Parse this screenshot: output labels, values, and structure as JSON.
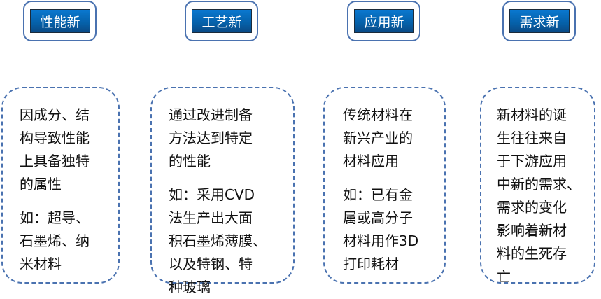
{
  "columns": [
    {
      "title": "性能新",
      "lines": [
        [
          "因成分、结",
          "构导致性能",
          "上具备独特",
          "的属性"
        ],
        [
          "如：超导、",
          "石墨烯、纳",
          "米材料"
        ]
      ]
    },
    {
      "title": "工艺新",
      "lines": [
        [
          "通过改进制备",
          "方法达到特定",
          "的性能"
        ],
        [
          "如：采用CVD",
          "法生产出大面",
          "积石墨烯薄膜、",
          "以及特钢、特",
          "种玻璃"
        ]
      ]
    },
    {
      "title": "应用新",
      "lines": [
        [
          "传统材料在",
          "新兴产业的",
          "材料应用"
        ],
        [
          "如：已有金",
          "属或高分子",
          "材料用作3D",
          "打印耗材"
        ]
      ]
    },
    {
      "title": "需求新",
      "lines": [
        [
          "新材料的诞",
          "生往往来自",
          "于下游应用",
          "中新的需求、",
          "需求的变化",
          "影响着新材",
          "料的生死存",
          "亡"
        ]
      ]
    }
  ],
  "colors": {
    "accent": "#0668b8",
    "border": "#4a72b0"
  }
}
